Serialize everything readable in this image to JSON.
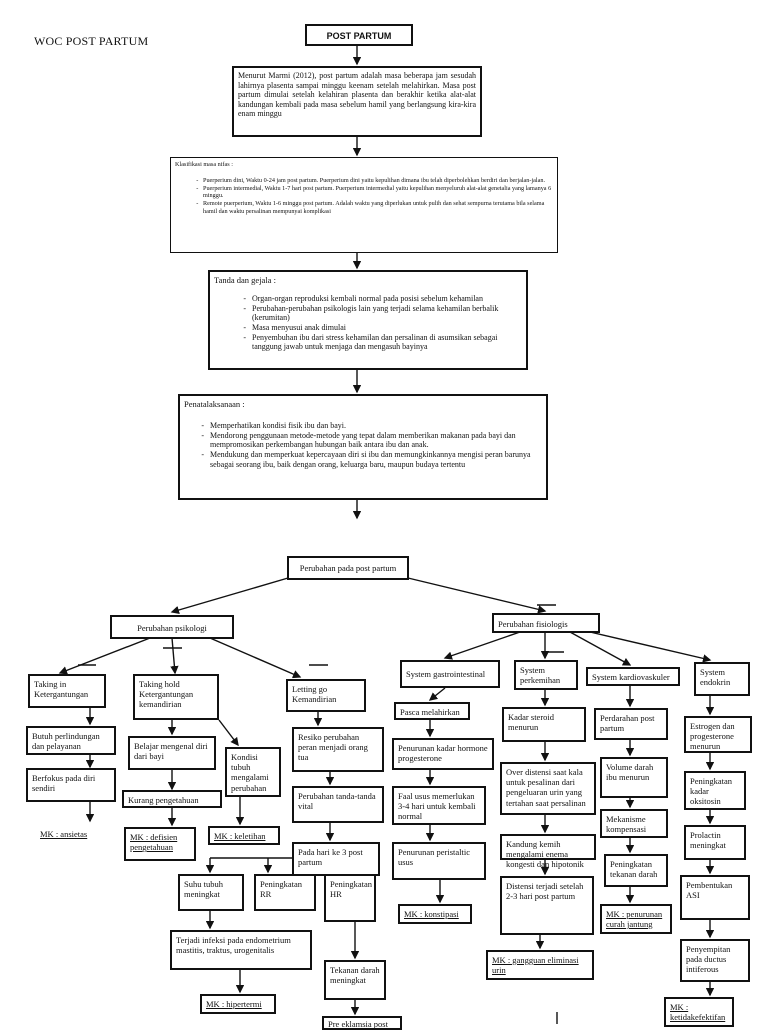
{
  "title": "WOC POST PARTUM",
  "top_box": "POST PARTUM",
  "definition": "Menurut Marmi (2012), post partum adalah masa beberapa jam sesudah lahirnya plasenta sampai minggu keenam setelah melahirkan. Masa post partum dimulai setelah kelahiran plasenta dan berakhir ketika alat-alat kandungan kembali pada masa sebelum hamil yang berlangsung kira-kira enam minggu",
  "klasifikasi": {
    "heading": "Klasifikasi masa nifas :",
    "items": [
      "Puerperium dini, Waktu 0-24 jam post partum. Puerperium dini yaitu kepulihan dimana ibu telah diperbolehkan berdiri dan berjalan-jalan.",
      "Puerperium intermedial, Waktu 1-7 hari post partum. Puerperium intermedial yaitu kepulihan menyeluruh alat-alat genetalia yang lamanya 6 minggu.",
      "Remote puerperium, Waktu 1-6 minggu post partum. Adalah waktu yang diperlukan untuk pulih dan sehat sempurna terutama bila selama hamil dan waktu persalinan mempunyai komplikasi"
    ]
  },
  "tanda": {
    "heading": "Tanda dan gejala :",
    "items": [
      "Organ-organ reproduksi kembali normal pada posisi sebelum kehamilan",
      "Perubahan-perubahan psikologis lain yang terjadi selama kehamilan berbalik (kerumitan)",
      "Masa menyusui anak dimulai",
      "Penyembuhan ibu dari stress kehamilan dan persalinan di asumsikan sebagai tanggung jawab untuk menjaga dan mengasuh bayinya"
    ]
  },
  "penatalaksanaan": {
    "heading": "Penatalaksanaan :",
    "items": [
      "Memperhatikan kondisi fisik ibu dan bayi.",
      "Mendorong penggunaan metode-metode yang tepat dalam memberikan makanan pada bayi dan mempromosikan perkembangan hubungan baik antara ibu dan anak.",
      "Mendukung dan memperkuat kepercayaan diri si ibu dan memungkinkannya mengisi peran barunya sebagai seorang ibu, baik dengan orang, keluarga baru, maupun budaya tertentu"
    ]
  },
  "perubahan": "Perubahan pada post partum",
  "psikologi": {
    "label": "Perubahan psikologi",
    "taking_in": "Taking in Ketergantungan",
    "taking_hold": "Taking hold Ketergantungan kemandirian",
    "letting_go": "Letting go Kemandirian",
    "butuh": "Butuh perlindungan dan pelayanan",
    "berfokus": "Berfokus pada diri sendiri",
    "mk_ansietas": "MK : ansietas",
    "belajar": "Belajar mengenal diri dari bayi",
    "kurang": "Kurang pengetahuan",
    "mk_defisien": "MK : defisien pengetahuan",
    "kondisi": "Kondisi tubuh mengalami perubahan",
    "mk_keletihan": "MK : keletihan",
    "resiko": "Resiko perubahan peran menjadi orang tua",
    "perubahan_tanda": "Perubahan tanda-tanda vital",
    "pada_hari": "Pada hari ke 3 post partum",
    "suhu": "Suhu tubuh meningkat",
    "rr": "Peningkatan RR",
    "hr": "Peningkatan HR",
    "infeksi": "Terjadi infeksi pada endometrium mastitis, traktus, urogenitalis",
    "mk_hipertermi": "MK : hipertermi",
    "tekanan": "Tekanan darah meningkat",
    "preeklamsia": "Pre eklamsia post"
  },
  "fisiologis": {
    "label": "Perubahan fisiologis",
    "gastro": "System gastrointestinal",
    "pasca": "Pasca melahirkan",
    "penurunan_kadar": "Penurunan kadar hormone progesterone",
    "faal": "Faal usus memerlukan 3-4 hari untuk kembali normal",
    "peristaltic": "Penurunan peristaltic usus",
    "mk_konstipasi": "MK : konstipasi",
    "perkemihan": "System perkemihan",
    "steroid": "Kadar steroid menurun",
    "over": "Over distensi saat kala untuk pesalinan dari pengeluaran urin yang tertahan saat persalinan",
    "kandung": "Kandung kemih mengalami enema kongesti dan hipotonik",
    "distensi": "Distensi terjadi setelah 2-3 hari post partum",
    "mk_eliminasi": "MK : gangguan eliminasi urin",
    "kardio": "System kardiovaskuler",
    "perdarahan": "Perdarahan post partum",
    "volume": "Volume darah ibu menurun",
    "mekanisme": "Mekanisme kompensasi",
    "tekanan_darah": "Peningkatan tekanan darah",
    "mk_curah": "MK : penurunan curah jantung",
    "endokrin": "System endokrin",
    "estrogen": "Estrogen dan progesterone menurun",
    "oksitosin": "Peningkatan kadar oksitosin",
    "prolactin": "Prolactin meningkat",
    "asi": "Pembentukan ASI",
    "penyempitan": "Penyempitan pada ductus intiferous",
    "mk_ketidak": "MK : ketidakefektifan"
  }
}
